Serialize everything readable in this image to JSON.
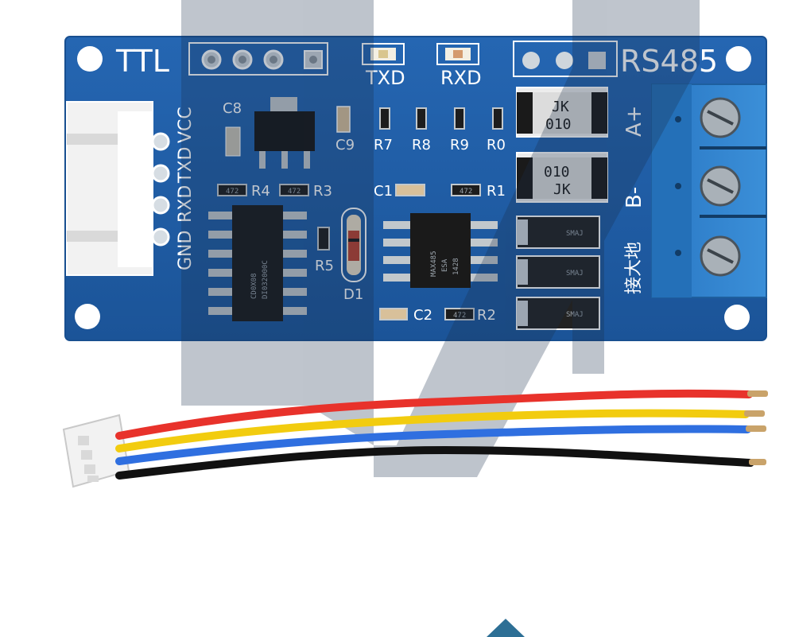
{
  "board": {
    "ttl_label": "TTL",
    "rs485_label": "RS485",
    "txd_led": "TXD",
    "rxd_led": "RXD",
    "pin_labels": [
      "GND",
      "RXD",
      "TXD",
      "VCC"
    ],
    "terminal_a": "A+",
    "terminal_b": "B-",
    "ground_label": "接大地",
    "refs": {
      "c8": "C8",
      "c9": "C9",
      "r7": "R7",
      "r8": "R8",
      "r9": "R9",
      "r0": "R0",
      "r4": "R4",
      "r3": "R3",
      "c1": "C1",
      "r1": "R1",
      "r5": "R5",
      "d1": "D1",
      "c2": "C2",
      "r2": "R2"
    },
    "resistor_code": "472",
    "fuse_top": {
      "line1": "JK",
      "line2": "010"
    },
    "fuse_bottom": {
      "line1": "010",
      "line2": "JK"
    },
    "chip_left": {
      "line1": "CD0X08",
      "line2": "DI032000C"
    },
    "chip_right": {
      "line1": "MAX485",
      "line2": "ESA",
      "line3": "1428"
    },
    "tvs_code": "SMAJ"
  },
  "cable": {
    "wire_colors": [
      "#e8322b",
      "#f2cc0f",
      "#2f6fe0",
      "#111111"
    ]
  },
  "colors": {
    "pcb": "#1f5ea8",
    "pcb_edge": "#184f90",
    "terminal": "#2c7bc6",
    "watermark": "#1a2e4a"
  }
}
